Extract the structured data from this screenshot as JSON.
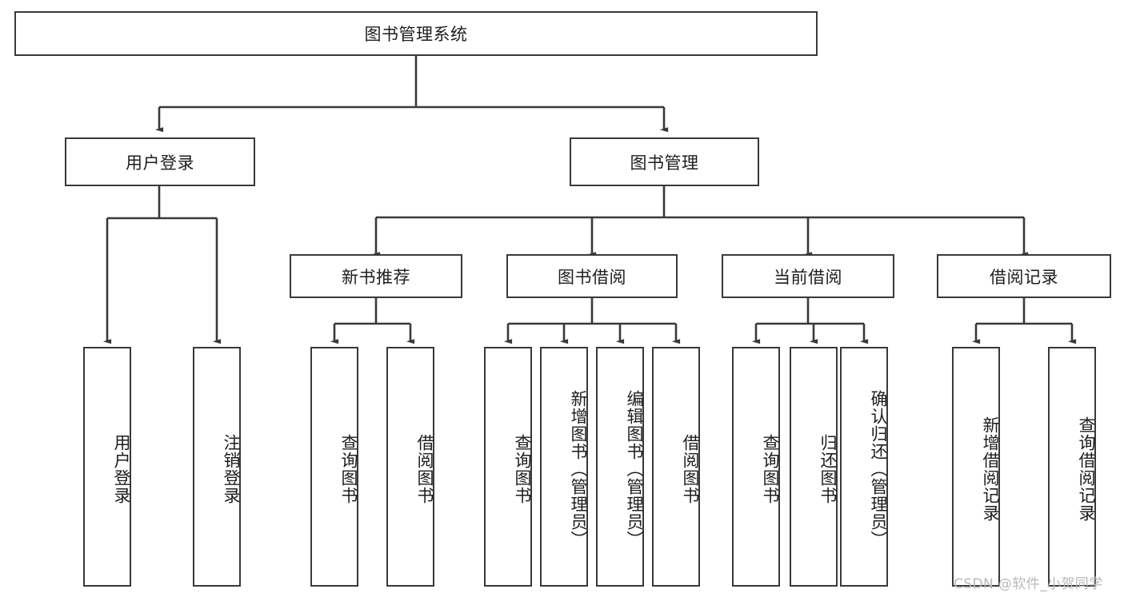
{
  "diagram": {
    "title": "图书管理系统",
    "type": "hierarchy-tree",
    "root": {
      "label": "图书管理系统"
    },
    "level1": [
      {
        "label": "用户登录"
      },
      {
        "label": "图书管理"
      }
    ],
    "level2": [
      {
        "label": "新书推荐",
        "parent": "图书管理"
      },
      {
        "label": "图书借阅",
        "parent": "图书管理"
      },
      {
        "label": "当前借阅",
        "parent": "图书管理"
      },
      {
        "label": "借阅记录",
        "parent": "图书管理"
      }
    ],
    "leaves": {
      "user_login": [
        {
          "label": "用户登录"
        },
        {
          "label": "注销登录"
        }
      ],
      "new_book_recommend": [
        {
          "label": "查询图书"
        },
        {
          "label": "借阅图书"
        }
      ],
      "book_borrow": [
        {
          "label": "查询图书"
        },
        {
          "label": "新增图书（管理员）"
        },
        {
          "label": "编辑图书（管理员）"
        },
        {
          "label": "借阅图书"
        }
      ],
      "current_borrow": [
        {
          "label": "查询图书"
        },
        {
          "label": "归还图书"
        },
        {
          "label": "确认归还（管理员）"
        }
      ],
      "borrow_record": [
        {
          "label": "新增借阅记录"
        },
        {
          "label": "查询借阅记录"
        }
      ]
    }
  },
  "watermark": {
    "text": "CSDN @软件_小贺同学"
  },
  "colors": {
    "stroke": "#38393b",
    "background": "#ffffff",
    "text": "#1d1d1f",
    "watermark": "#b9b9b9"
  }
}
